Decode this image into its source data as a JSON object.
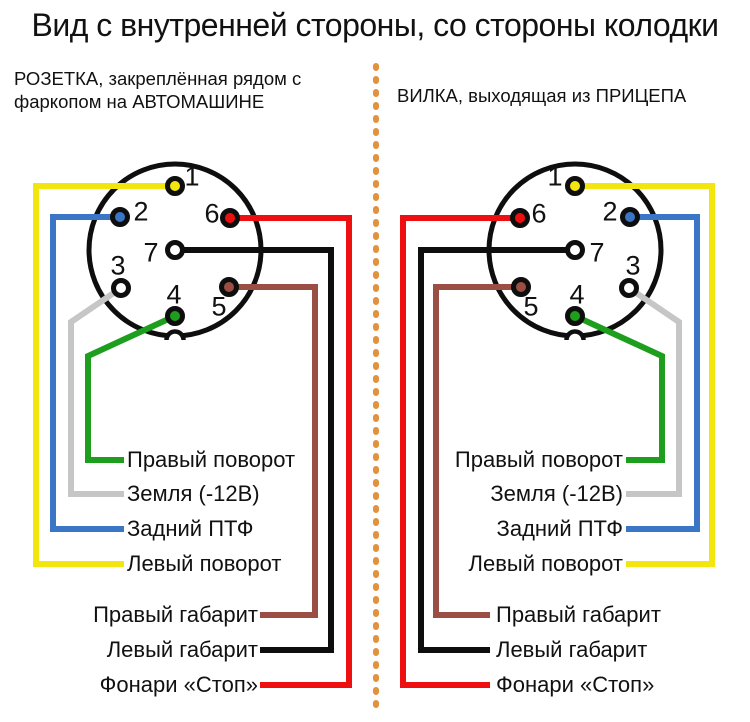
{
  "title": "Вид с внутренней стороны, со стороны колодки",
  "left_panel": {
    "subtitle_line1": "РОЗЕТКА, закреплённая рядом с",
    "subtitle_line2": "фаркопом на АВТОМАШИНЕ"
  },
  "right_panel": {
    "subtitle": "ВИЛКА, выходящая из ПРИЦЕПА"
  },
  "pins": [
    {
      "number": "1",
      "wire": "yellow"
    },
    {
      "number": "2",
      "wire": "blue"
    },
    {
      "number": "3",
      "wire": "gray"
    },
    {
      "number": "4",
      "wire": "green"
    },
    {
      "number": "5",
      "wire": "brown"
    },
    {
      "number": "6",
      "wire": "red"
    },
    {
      "number": "7",
      "wire": "black"
    }
  ],
  "wire_labels": [
    {
      "text": "Правый поворот",
      "wire": "green"
    },
    {
      "text": "Земля (-12В)",
      "wire": "gray"
    },
    {
      "text": "Задний ПТФ",
      "wire": "blue"
    },
    {
      "text": "Левый поворот",
      "wire": "yellow"
    },
    {
      "text": "Правый габарит",
      "wire": "brown"
    },
    {
      "text": "Левый габарит",
      "wire": "black"
    },
    {
      "text": "Фонари «Стоп»",
      "wire": "red"
    }
  ],
  "colors": {
    "yellow": "#F3E50E",
    "blue": "#3B76C6",
    "gray": "#C6C6C6",
    "green": "#1D9E1D",
    "red": "#EE1010",
    "brown": "#9A4E44",
    "black": "#0E0E0E",
    "outline": "#0E0E0E",
    "divider_orange": "#E2913D",
    "pin_open": "#FFFFFF"
  }
}
